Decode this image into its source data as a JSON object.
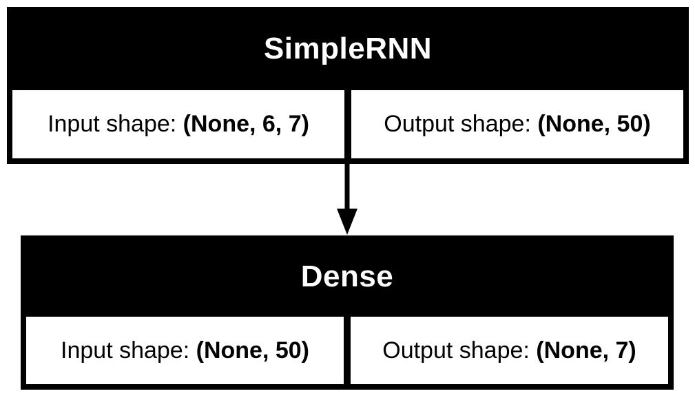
{
  "diagram": {
    "type": "keras-model-architecture",
    "layers": [
      {
        "name": "SimpleRNN",
        "input_label": "Input shape: ",
        "input_shape": "(None, 6, 7)",
        "output_label": "Output shape: ",
        "output_shape": "(None, 50)"
      },
      {
        "name": "Dense",
        "input_label": "Input shape: ",
        "input_shape": "(None, 50)",
        "output_label": "Output shape: ",
        "output_shape": "(None, 7)"
      }
    ],
    "connections": [
      {
        "from": "SimpleRNN",
        "to": "Dense"
      }
    ],
    "colors": {
      "node_background": "#000000",
      "cell_background": "#ffffff",
      "title_text": "#ffffff",
      "cell_text": "#000000",
      "arrow": "#000000",
      "canvas_background": "#ffffff"
    }
  }
}
